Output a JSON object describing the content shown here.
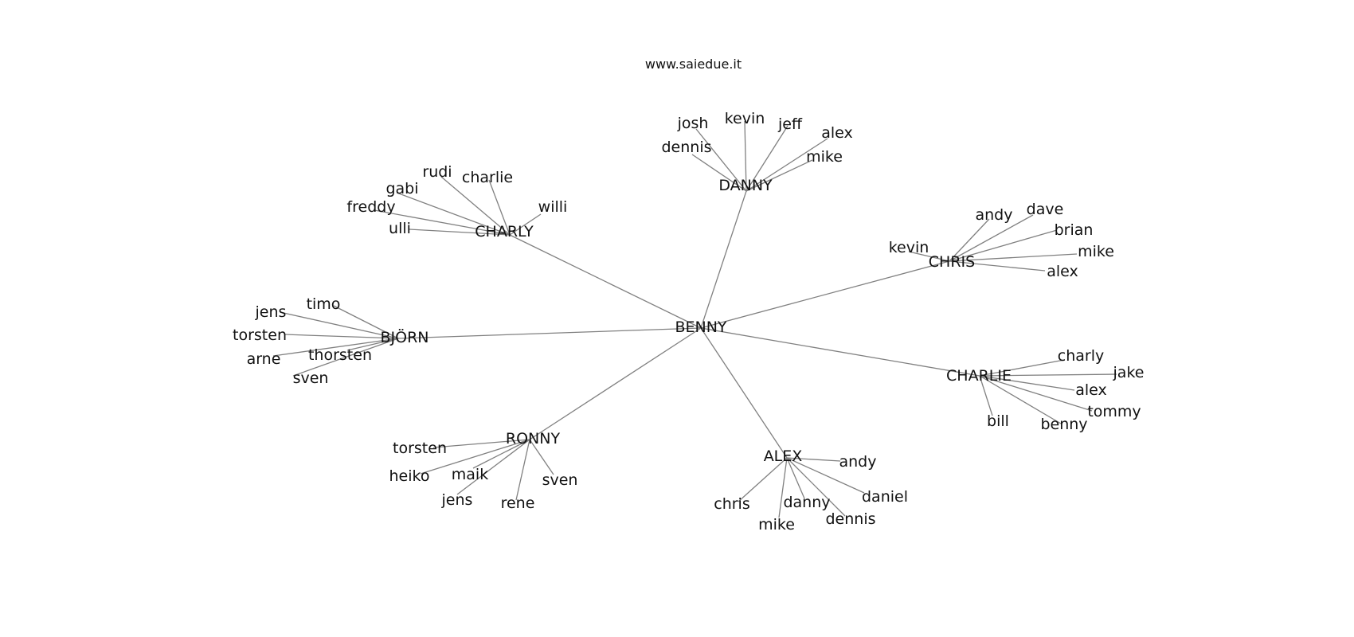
{
  "title": "www.saiedue.it",
  "colors": {
    "edge": "#808080",
    "text": "#111111",
    "background": "#ffffff"
  },
  "root": "BENNY",
  "groups": [
    {
      "hub": "DANNY",
      "leaves": [
        "josh",
        "kevin",
        "jeff",
        "alex",
        "dennis",
        "mike"
      ]
    },
    {
      "hub": "CHARLY",
      "leaves": [
        "rudi",
        "charlie",
        "gabi",
        "freddy",
        "ulli",
        "willi"
      ]
    },
    {
      "hub": "CHRIS",
      "leaves": [
        "andy",
        "dave",
        "brian",
        "kevin",
        "mike",
        "alex"
      ]
    },
    {
      "hub": "BJÖRN",
      "leaves": [
        "timo",
        "jens",
        "torsten",
        "arne",
        "thorsten",
        "sven"
      ]
    },
    {
      "hub": "CHARLIE",
      "leaves": [
        "charly",
        "jake",
        "alex",
        "tommy",
        "bill",
        "benny"
      ]
    },
    {
      "hub": "RONNY",
      "leaves": [
        "torsten",
        "heiko",
        "maik",
        "jens",
        "rene",
        "sven"
      ]
    },
    {
      "hub": "ALEX",
      "leaves": [
        "andy",
        "daniel",
        "chris",
        "danny",
        "dennis",
        "mike"
      ]
    }
  ]
}
